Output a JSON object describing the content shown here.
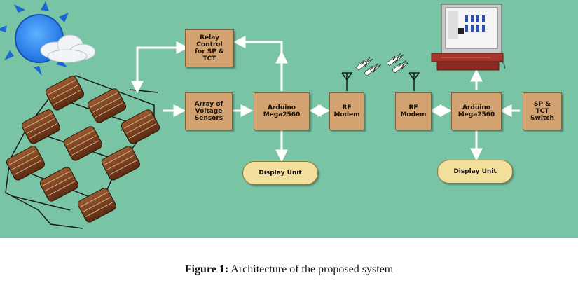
{
  "blocks": {
    "relay": "Relay\nControl\nfor SP &\nTCT",
    "sensors": "Array of\nVoltage\nSensors",
    "arduino_left": "Arduino\nMega2560",
    "rf_left": "RF\nModem",
    "rf_right": "RF\nModem",
    "arduino_right": "Arduino\nMega2560",
    "switch": "SP &\nTCT\nSwitch"
  },
  "displays": {
    "left": "Display Unit",
    "right": "Display Unit"
  },
  "caption": {
    "label": "Figure 1:",
    "text": "Architecture of the proposed system"
  },
  "colors": {
    "background": "#78c4a4",
    "block_fill": "#d2a370",
    "display_fill": "#f3df9c",
    "panel_cell": "#7a3f1c"
  },
  "icons": [
    "sun-icon",
    "cloud-icon",
    "solar-panel-array",
    "antenna-icon",
    "wireless-signal-icon",
    "computer-icon"
  ]
}
